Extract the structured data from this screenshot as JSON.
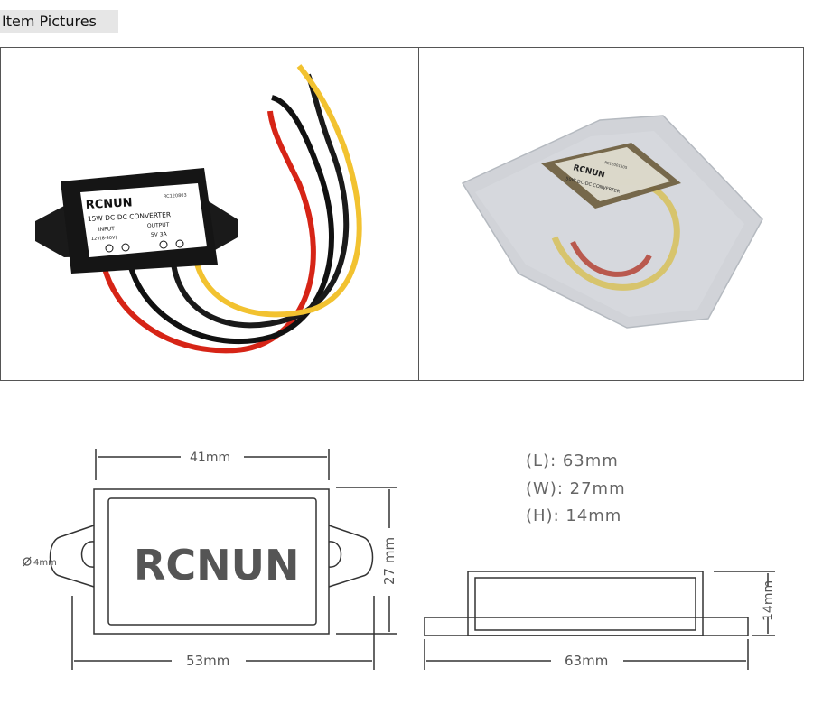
{
  "section": {
    "title": "Item Pictures"
  },
  "product": {
    "brand": "RCNUN",
    "model_code": "RC120803",
    "name": "15W DC-DC CONVERTER",
    "input_label": "INPUT",
    "output_label": "OUTPUT",
    "input_value": "12V(8-40V)",
    "output_value": "5V 3A",
    "bag_brand": "RCNUN",
    "bag_model_code": "RC12001505",
    "bag_name": "50W DC-DC CONVERTER"
  },
  "drawing": {
    "top_width": "41mm",
    "bottom_width": "53mm",
    "height_dim": "27 mm",
    "hole": "4mm",
    "side_height": "14mm",
    "side_length": "63mm",
    "logo": "RCNUN"
  },
  "specs": {
    "length": "(L):  63mm",
    "width": "(W):  27mm",
    "height": "(H):  14mm"
  }
}
